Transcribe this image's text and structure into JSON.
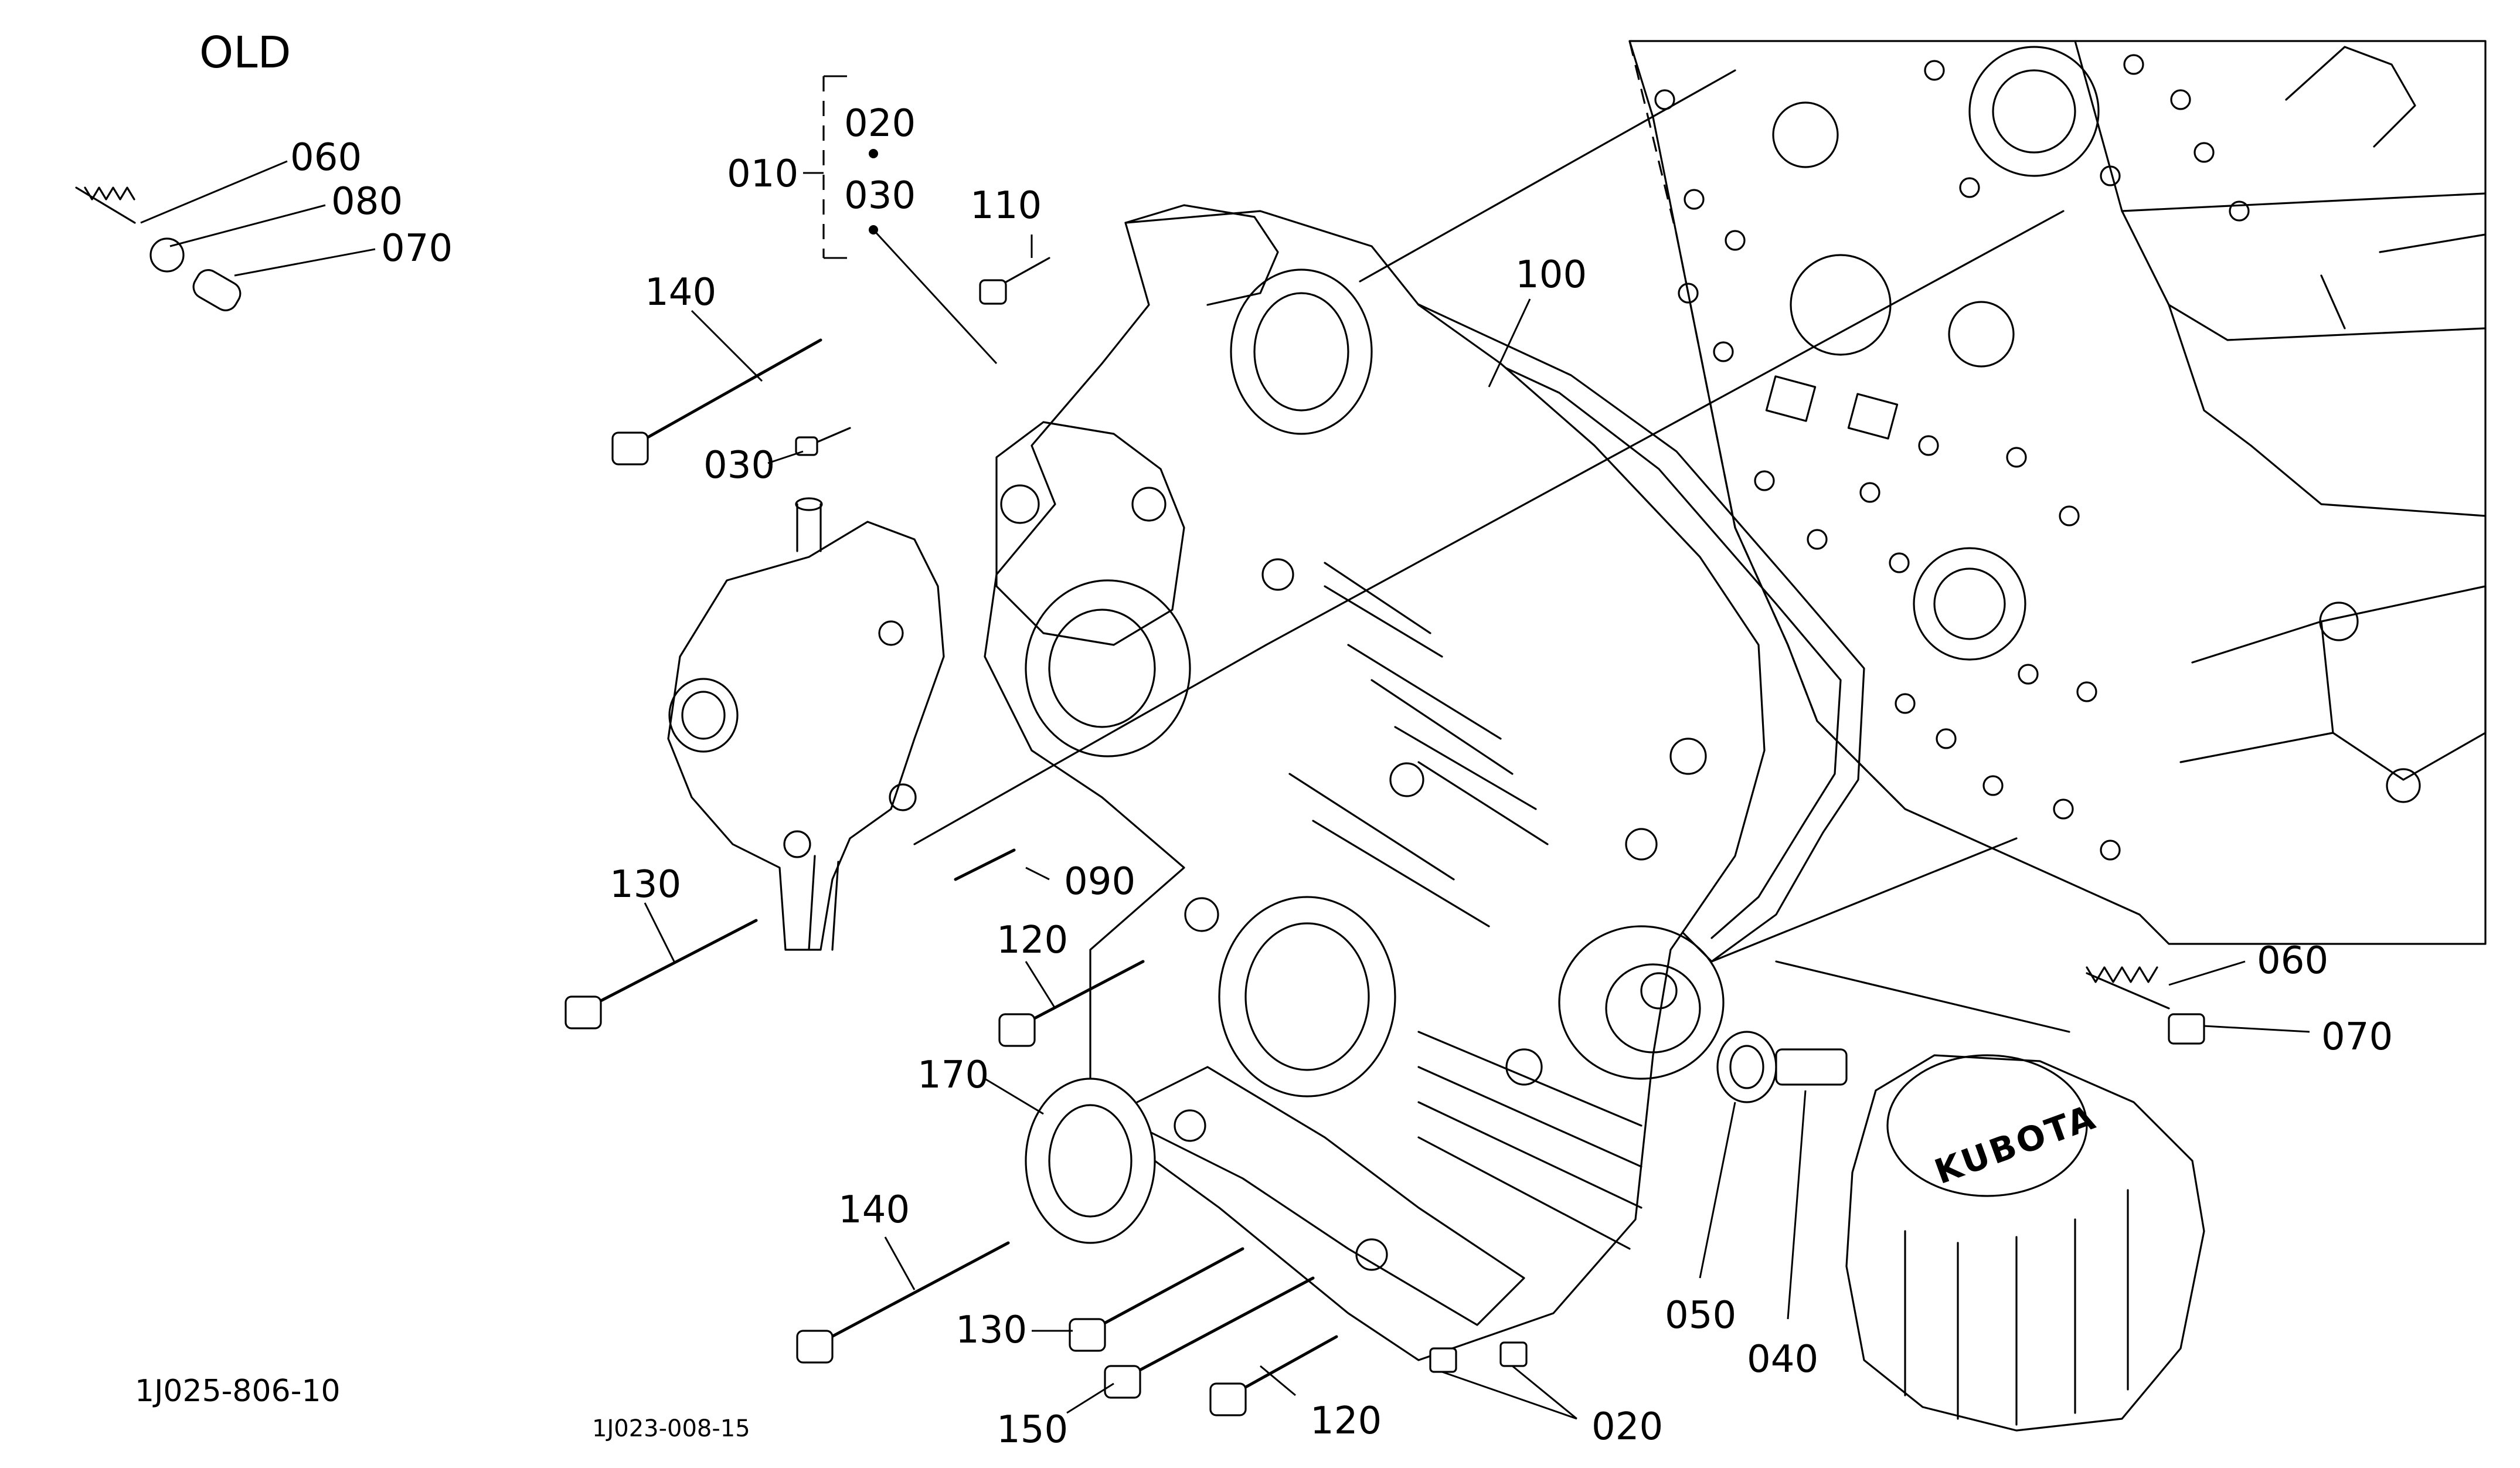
{
  "diagram": {
    "old_label": "OLD",
    "drawing_codes": {
      "left": "1J025-806-10",
      "center": "1J023-008-15"
    },
    "brand_text": "KUBOTA",
    "old_callouts": {
      "c060": "060",
      "c080": "080",
      "c070": "070"
    },
    "callouts": {
      "c010": "010",
      "c020_top": "020",
      "c030_top": "030",
      "c110": "110",
      "c140_top": "140",
      "c030_mid": "030",
      "c100": "100",
      "c090": "090",
      "c130_left": "130",
      "c120_mid": "120",
      "c170": "170",
      "c060": "060",
      "c070": "070",
      "c140_bottom": "140",
      "c130_bottom": "130",
      "c150": "150",
      "c120_bottom": "120",
      "c020_bottom": "020",
      "c050": "050",
      "c040": "040"
    }
  }
}
